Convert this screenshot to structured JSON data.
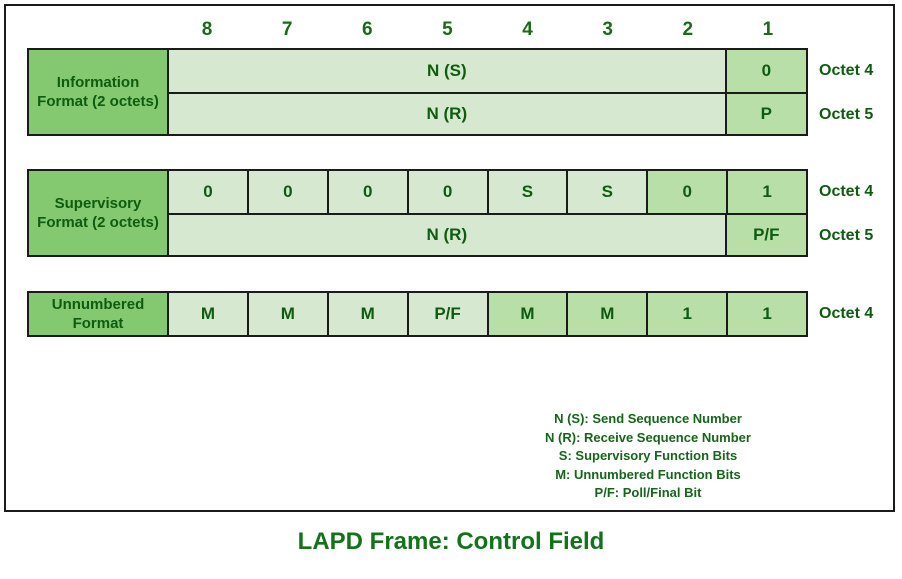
{
  "caption": "LAPD Frame: Control Field",
  "bit_header": {
    "name": "bit-numbers",
    "bits": [
      "8",
      "7",
      "6",
      "5",
      "4",
      "3",
      "2",
      "1"
    ]
  },
  "colors": {
    "label_green": "#84c970",
    "cell_light": "#d7e8d1",
    "cell_medium": "#b9dfa8",
    "text_green": "#0e5c10",
    "border": "#1b1b1b",
    "caption_green": "#13731a"
  },
  "blocks": [
    {
      "id": "information-format",
      "label": "Information Format (2 octets)",
      "rows": [
        {
          "octet": "Octet 4",
          "cells": [
            {
              "text": "N (S)",
              "span": 7,
              "shade": "light"
            },
            {
              "text": "0",
              "span": 1,
              "shade": "medium"
            }
          ]
        },
        {
          "octet": "Octet 5",
          "cells": [
            {
              "text": "N (R)",
              "span": 7,
              "shade": "light"
            },
            {
              "text": "P",
              "span": 1,
              "shade": "medium"
            }
          ]
        }
      ]
    },
    {
      "id": "supervisory-format",
      "label": "Supervisory Format (2 octets)",
      "rows": [
        {
          "octet": "Octet 4",
          "cells": [
            {
              "text": "0",
              "span": 1,
              "shade": "light"
            },
            {
              "text": "0",
              "span": 1,
              "shade": "light"
            },
            {
              "text": "0",
              "span": 1,
              "shade": "light"
            },
            {
              "text": "0",
              "span": 1,
              "shade": "light"
            },
            {
              "text": "S",
              "span": 1,
              "shade": "light"
            },
            {
              "text": "S",
              "span": 1,
              "shade": "light"
            },
            {
              "text": "0",
              "span": 1,
              "shade": "medium"
            },
            {
              "text": "1",
              "span": 1,
              "shade": "medium"
            }
          ]
        },
        {
          "octet": "Octet 5",
          "cells": [
            {
              "text": "N (R)",
              "span": 7,
              "shade": "light"
            },
            {
              "text": "P/F",
              "span": 1,
              "shade": "medium"
            }
          ]
        }
      ]
    },
    {
      "id": "unnumbered-format",
      "label": "Unnumbered Format",
      "rows": [
        {
          "octet": "Octet 4",
          "cells": [
            {
              "text": "M",
              "span": 1,
              "shade": "light"
            },
            {
              "text": "M",
              "span": 1,
              "shade": "light"
            },
            {
              "text": "M",
              "span": 1,
              "shade": "light"
            },
            {
              "text": "P/F",
              "span": 1,
              "shade": "light"
            },
            {
              "text": "M",
              "span": 1,
              "shade": "medium"
            },
            {
              "text": "M",
              "span": 1,
              "shade": "medium"
            },
            {
              "text": "1",
              "span": 1,
              "shade": "medium"
            },
            {
              "text": "1",
              "span": 1,
              "shade": "medium"
            }
          ]
        }
      ]
    }
  ],
  "legend": [
    "N (S): Send Sequence Number",
    "N (R): Receive Sequence Number",
    "S: Supervisory Function Bits",
    "M: Unnumbered Function Bits",
    "P/F: Poll/Final Bit"
  ]
}
